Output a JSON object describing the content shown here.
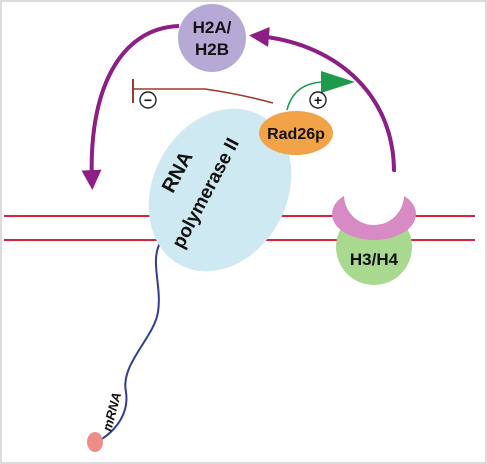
{
  "labels": {
    "h2ab_line1": "H2A/",
    "h2ab_line2": "H2B",
    "rad26p": "Rad26p",
    "rna_line1": "RNA",
    "rna_line2": "polymerase II",
    "h3h4": "H3/H4",
    "mrna": "mRNA",
    "minus": "−",
    "plus": "+"
  },
  "colors": {
    "dna": "#d8243a",
    "purple_arrow": "#8d1e86",
    "green_arrow": "#1e9a4a",
    "inhibit_line": "#9b3b2c",
    "h2ab_fill": "#b6a9d6",
    "rad26p_fill": "#f2a348",
    "polymerase_fill": "#cfe9f2",
    "h3h4_top_fill": "#d78ac4",
    "h3h4_bottom_fill": "#a8d98e",
    "mrna_line": "#2f3e8f",
    "mrna_cap": "#ee8c87"
  }
}
